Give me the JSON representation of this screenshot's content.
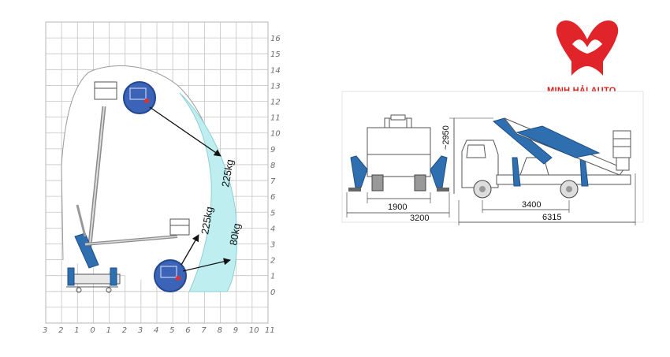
{
  "brand": {
    "text": "MINH HẢI AUTO",
    "color": "#e0242a"
  },
  "reach_diagram": {
    "x_ticks": [
      "3",
      "2",
      "1",
      "0",
      "1",
      "2",
      "3",
      "4",
      "5",
      "6",
      "7",
      "8",
      "9",
      "10",
      "11"
    ],
    "y_ticks": [
      "0",
      "1",
      "2",
      "3",
      "4",
      "5",
      "6",
      "7",
      "8",
      "9",
      "10",
      "11",
      "12",
      "13",
      "14",
      "15",
      "16"
    ],
    "load_labels": [
      "225kg",
      "225kg",
      "80kg"
    ],
    "zone_color": "#bfeef0",
    "boom_color": "#2f6fb0"
  },
  "front_view": {
    "width_inner": "1900",
    "width_outer": "3200"
  },
  "side_view": {
    "height": "~2950",
    "wheelbase": "3400",
    "length": "6315"
  }
}
